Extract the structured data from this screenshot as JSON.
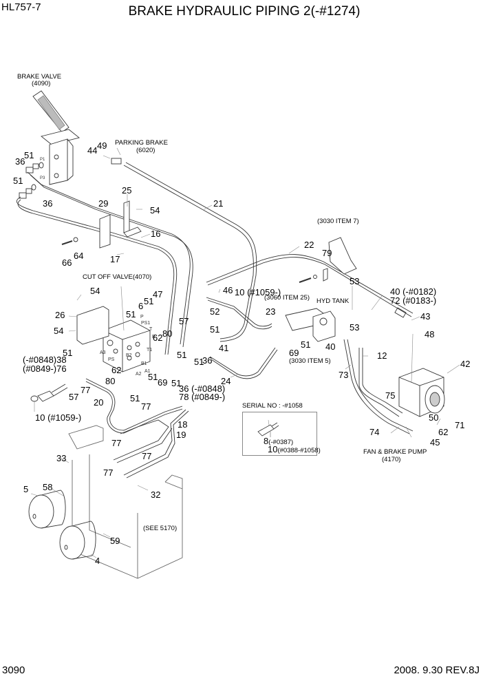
{
  "header": {
    "model": "HL757-7",
    "title": "BRAKE HYDRAULIC PIPING 2(-#1274)"
  },
  "footer": {
    "page_number": "3090",
    "revision": "2008. 9.30  REV.8J"
  },
  "components": {
    "brake_valve": {
      "name": "BRAKE VALVE",
      "ref": "(4090)"
    },
    "parking_brake": {
      "name": "PARKING BRAKE",
      "ref": "(6020)"
    },
    "cut_off_valve": {
      "name": "CUT OFF VALVE(4070)"
    },
    "item_3030_7": {
      "name": "(3030 ITEM 7)"
    },
    "item_3060_25": {
      "name": "(3060 ITEM 25)"
    },
    "hyd_tank": {
      "name": "HYD TANK"
    },
    "item_3030_5": {
      "name": "(3030  ITEM 5)"
    },
    "fan_brake_pump": {
      "name": "FAN & BRAKE PUMP",
      "ref": "(4170)"
    },
    "see_5170": {
      "name": "(SEE 5170)"
    }
  },
  "serial_box": {
    "title": "SERIAL NO : -#1058",
    "items": [
      {
        "num": "8",
        "range": "(-#0387)"
      },
      {
        "num": "10",
        "range": "(#0388-#1058)"
      }
    ]
  },
  "port_labels": [
    "P1",
    "P3",
    "P",
    "PS1",
    "T",
    "B",
    "A3",
    "PS",
    "B2",
    "T1",
    "B1",
    "A2",
    "A1"
  ],
  "callouts": [
    {
      "id": "c51a",
      "text": "51"
    },
    {
      "id": "c36a",
      "text": "36"
    },
    {
      "id": "c51b",
      "text": "51"
    },
    {
      "id": "c36b",
      "text": "36"
    },
    {
      "id": "c44",
      "text": "44"
    },
    {
      "id": "c49",
      "text": "49"
    },
    {
      "id": "c25",
      "text": "25"
    },
    {
      "id": "c29",
      "text": "29"
    },
    {
      "id": "c54a",
      "text": "54"
    },
    {
      "id": "c21",
      "text": "21"
    },
    {
      "id": "c16",
      "text": "16"
    },
    {
      "id": "c17",
      "text": "17"
    },
    {
      "id": "c66",
      "text": "66"
    },
    {
      "id": "c64",
      "text": "64"
    },
    {
      "id": "c22",
      "text": "22"
    },
    {
      "id": "c79",
      "text": "79"
    },
    {
      "id": "c53a",
      "text": "53"
    },
    {
      "id": "c40a",
      "text": "40 (-#0182)"
    },
    {
      "id": "c72",
      "text": "72 (#0183-)"
    },
    {
      "id": "c43",
      "text": "43"
    },
    {
      "id": "c48",
      "text": "48"
    },
    {
      "id": "c46",
      "text": "46"
    },
    {
      "id": "c10a",
      "text": "10 (#1059-)"
    },
    {
      "id": "c52",
      "text": "52"
    },
    {
      "id": "c23",
      "text": "23"
    },
    {
      "id": "c53b",
      "text": "53"
    },
    {
      "id": "c40b",
      "text": "40"
    },
    {
      "id": "c51c",
      "text": "51"
    },
    {
      "id": "c41",
      "text": "41"
    },
    {
      "id": "c51d",
      "text": "51"
    },
    {
      "id": "c36c",
      "text": "36"
    },
    {
      "id": "c51e",
      "text": "51"
    },
    {
      "id": "c69a",
      "text": "69"
    },
    {
      "id": "c12",
      "text": "12"
    },
    {
      "id": "c73",
      "text": "73"
    },
    {
      "id": "c42",
      "text": "42"
    },
    {
      "id": "c24",
      "text": "24"
    },
    {
      "id": "c54b",
      "text": "54"
    },
    {
      "id": "c26",
      "text": "26"
    },
    {
      "id": "c54c",
      "text": "54"
    },
    {
      "id": "c47",
      "text": "47"
    },
    {
      "id": "c51f",
      "text": "51"
    },
    {
      "id": "c6",
      "text": "6"
    },
    {
      "id": "c51g",
      "text": "51"
    },
    {
      "id": "c57a",
      "text": "57"
    },
    {
      "id": "c80a",
      "text": "80"
    },
    {
      "id": "c62a",
      "text": "62"
    },
    {
      "id": "c51h",
      "text": "51"
    },
    {
      "id": "c38",
      "text": "(-#0848)38"
    },
    {
      "id": "c76",
      "text": "(#0849-)76"
    },
    {
      "id": "c62b",
      "text": "62"
    },
    {
      "id": "c80b",
      "text": "80"
    },
    {
      "id": "c57b",
      "text": "57"
    },
    {
      "id": "c77a",
      "text": "77"
    },
    {
      "id": "c51i",
      "text": "51"
    },
    {
      "id": "c51j",
      "text": "51"
    },
    {
      "id": "c69b",
      "text": "69"
    },
    {
      "id": "c51k",
      "text": "51"
    },
    {
      "id": "c51l",
      "text": "51"
    },
    {
      "id": "c36d",
      "text": "36 (-#0848)"
    },
    {
      "id": "c78",
      "text": "78 (#0849-)"
    },
    {
      "id": "c77b",
      "text": "77"
    },
    {
      "id": "c20",
      "text": "20"
    },
    {
      "id": "c18",
      "text": "18"
    },
    {
      "id": "c19",
      "text": "19"
    },
    {
      "id": "c10b",
      "text": "10 (#1059-)"
    },
    {
      "id": "c75",
      "text": "75"
    },
    {
      "id": "c50",
      "text": "50"
    },
    {
      "id": "c71",
      "text": "71"
    },
    {
      "id": "c62c",
      "text": "62"
    },
    {
      "id": "c74",
      "text": "74"
    },
    {
      "id": "c45",
      "text": "45"
    },
    {
      "id": "c33",
      "text": "33"
    },
    {
      "id": "c77c",
      "text": "77"
    },
    {
      "id": "c77d",
      "text": "77"
    },
    {
      "id": "c77e",
      "text": "77"
    },
    {
      "id": "c58",
      "text": "58"
    },
    {
      "id": "c5",
      "text": "5"
    },
    {
      "id": "c32",
      "text": "32"
    },
    {
      "id": "c59",
      "text": "59"
    },
    {
      "id": "c4",
      "text": "4"
    }
  ]
}
